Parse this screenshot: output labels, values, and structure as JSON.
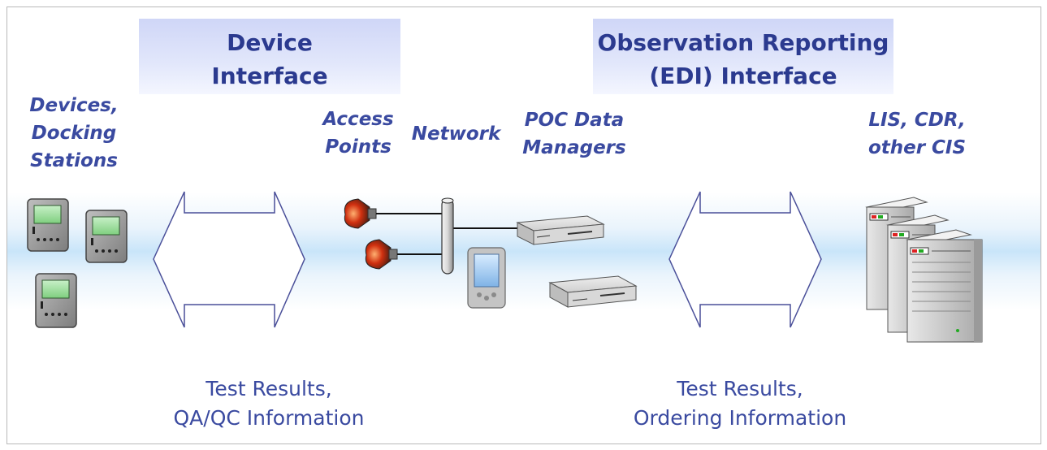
{
  "headers": {
    "device_interface": [
      "Device",
      "Interface"
    ],
    "observation_interface": [
      "Observation Reporting",
      "(EDI) Interface"
    ]
  },
  "labels": {
    "devices": [
      "Devices,",
      "Docking",
      "Stations"
    ],
    "access_points": [
      "Access",
      "Points"
    ],
    "network": "Network",
    "poc": [
      "POC Data",
      "Managers"
    ],
    "lis": [
      "LIS, CDR,",
      "other CIS"
    ]
  },
  "captions": {
    "left": [
      "Test Results,",
      "QA/QC Information"
    ],
    "right": [
      "Test Results,",
      "Ordering Information"
    ]
  },
  "colors": {
    "text": "#3a4aa0",
    "header_text": "#2b3a8f",
    "header_box": "#d6dcf8",
    "band": "#c9e5f9",
    "arrow_stroke": "#4a4f99"
  }
}
